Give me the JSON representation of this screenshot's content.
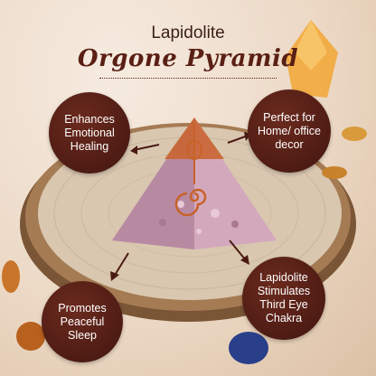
{
  "title": {
    "line1": "Lapidolite",
    "line2": "Orgone Pyramid"
  },
  "callouts": {
    "top_left": "Enhances Emotional Healing",
    "top_right": "Perfect for Home/ office decor",
    "bottom_left": "Promotes Peaceful Sleep",
    "bottom_right": "Lapidolite Stimulates Third Eye Chakra"
  },
  "colors": {
    "background": "#ecd9c6",
    "callout_fill": "#4a1a12",
    "title_accent": "#5a1f14",
    "arrow": "#4a1a12",
    "pyramid_pink": "#c99ab0",
    "copper": "#c8622a"
  }
}
